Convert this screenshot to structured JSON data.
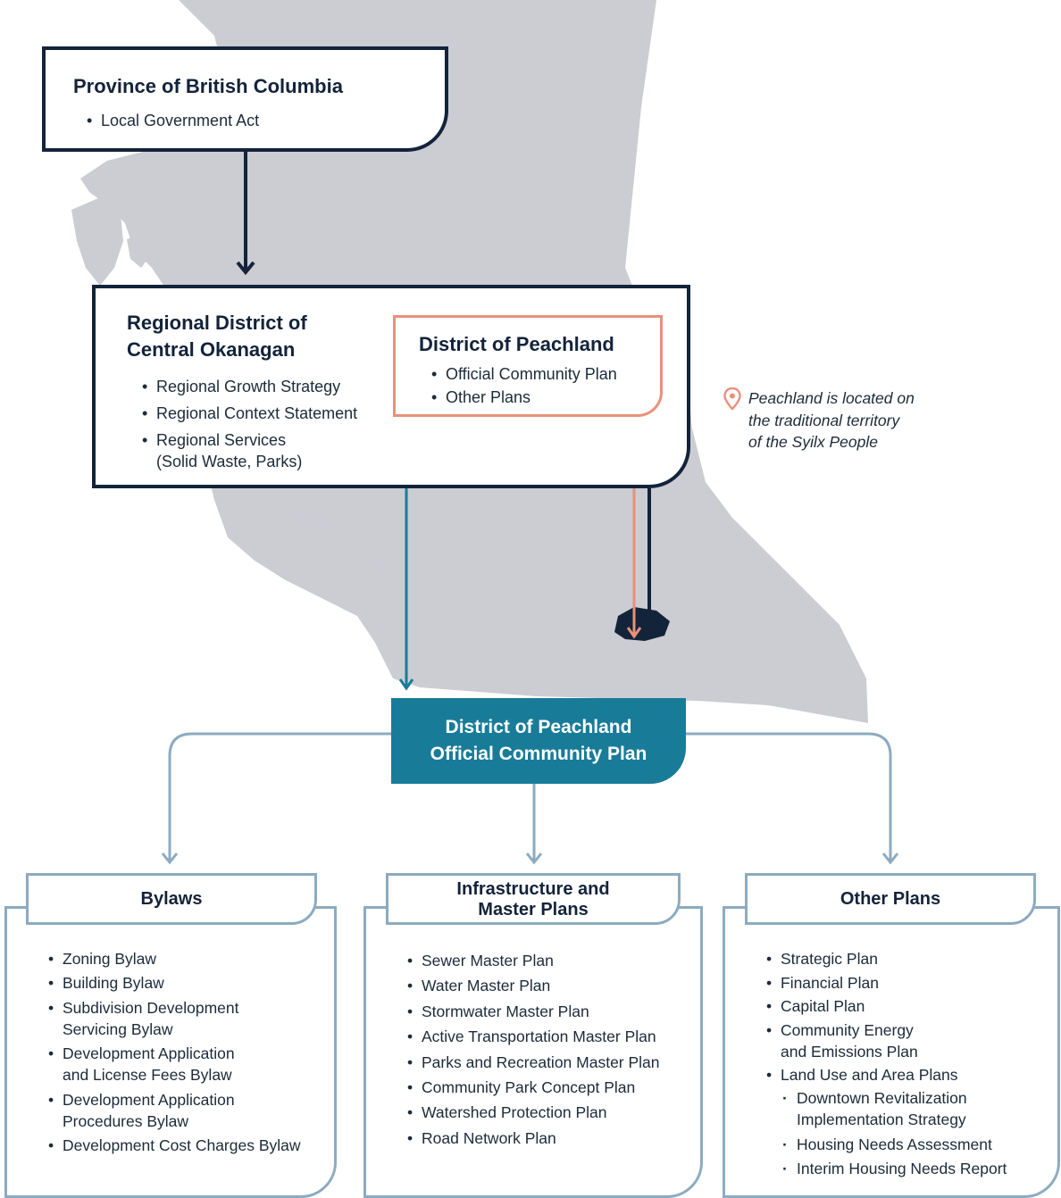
{
  "province": {
    "title": "Province of British Columbia",
    "items": [
      "Local Government Act"
    ]
  },
  "regional": {
    "title_line1": "Regional District of",
    "title_line2": "Central Okanagan",
    "items": [
      "Regional Growth Strategy",
      "Regional Context Statement",
      "Regional Services",
      "(Solid Waste, Parks)"
    ]
  },
  "peachland_box": {
    "title": "District of Peachland",
    "items": [
      "Official Community Plan",
      "Other Plans"
    ]
  },
  "note": {
    "line1": "Peachland is located on",
    "line2": "the traditional territory",
    "line3": "of the Syilx People",
    "icon": "location-pin-icon"
  },
  "ocp": {
    "line1": "District of Peachland",
    "line2": "Official Community Plan"
  },
  "bylaws": {
    "title": "Bylaws",
    "items": [
      [
        "Zoning Bylaw"
      ],
      [
        "Building Bylaw"
      ],
      [
        "Subdivision Development",
        "Servicing Bylaw"
      ],
      [
        "Development Application",
        "and License Fees Bylaw"
      ],
      [
        "Development Application",
        "Procedures Bylaw"
      ],
      [
        "Development Cost Charges Bylaw"
      ]
    ]
  },
  "infrastructure": {
    "title_line1": "Infrastructure and",
    "title_line2": "Master Plans",
    "items": [
      "Sewer Master Plan",
      "Water Master Plan",
      "Stormwater Master Plan",
      "Active Transportation Master Plan",
      "Parks and Recreation Master Plan",
      "Community Park Concept Plan",
      "Watershed Protection Plan",
      "Road Network Plan"
    ]
  },
  "other_plans": {
    "title": "Other Plans",
    "items": [
      [
        "Strategic Plan"
      ],
      [
        "Financial Plan"
      ],
      [
        "Capital Plan"
      ],
      [
        "Community Energy",
        "and Emissions Plan"
      ],
      [
        "Land Use and Area Plans"
      ]
    ],
    "subitems": [
      [
        "Downtown Revitalization",
        "Implementation Strategy"
      ],
      [
        "Housing Needs Assessment"
      ],
      [
        "Interim Housing Needs Report"
      ]
    ]
  },
  "colors": {
    "dark_navy": "#13233a",
    "map_grey": "#cbcdd3",
    "salmon": "#e8907a",
    "teal": "#187c99",
    "light_blue": "#8cabc1"
  }
}
